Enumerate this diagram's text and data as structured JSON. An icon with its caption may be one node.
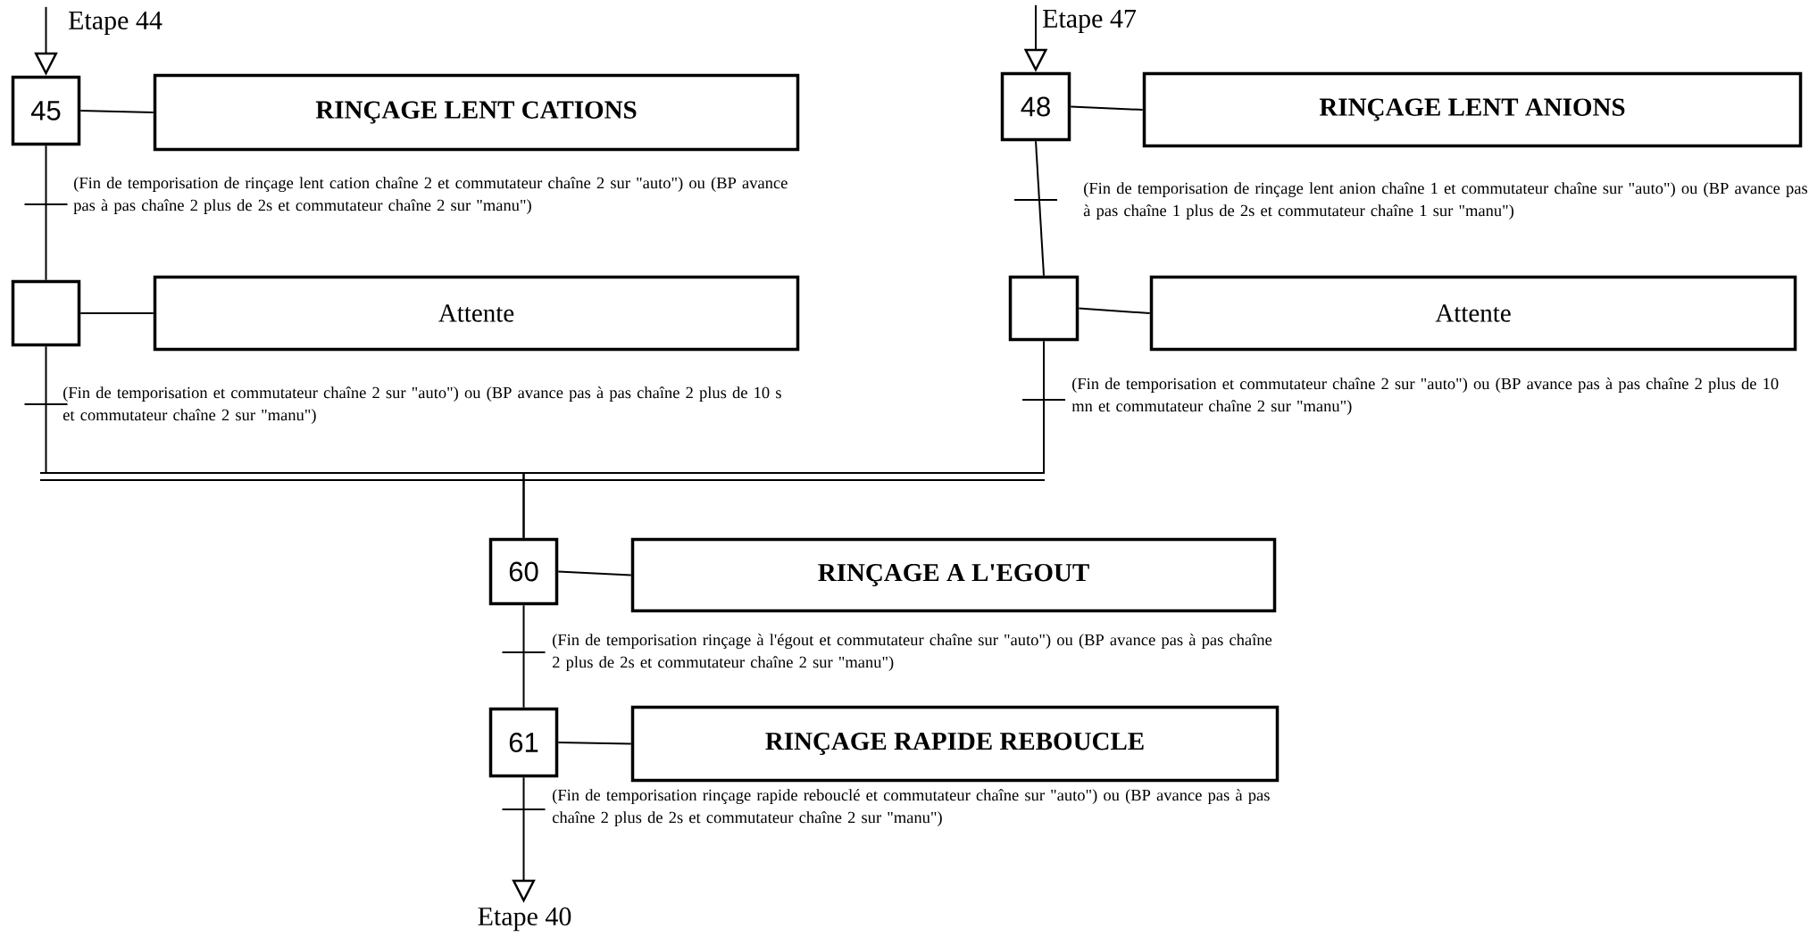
{
  "diagram": {
    "nodes": [
      {
        "text": [
          "Etape 44"
        ]
      },
      {
        "text": [
          "45"
        ]
      },
      {
        "text": [
          "RINÇAGE LENT CATIONS"
        ]
      },
      {
        "text": [],
        "shape": "box"
      },
      {
        "text": [
          "Attente"
        ]
      },
      {
        "text": [
          "Etape 47"
        ]
      },
      {
        "text": [
          "48"
        ]
      },
      {
        "text": [
          "RINÇAGE LENT ANIONS"
        ]
      },
      {
        "text": [],
        "shape": "box"
      },
      {
        "text": [
          "Attente"
        ]
      },
      {
        "text": [
          "60"
        ]
      },
      {
        "text": [
          "RINÇAGE A L'EGOUT"
        ]
      },
      {
        "text": [
          "61"
        ]
      },
      {
        "text": [
          "RINÇAGE RAPIDE REBOUCLE"
        ]
      },
      {
        "text": [
          "Etape 40"
        ]
      }
    ],
    "edges": [
      {
        "from": 0,
        "to": 1,
        "arrow": "to"
      },
      {
        "from": 1,
        "to": 2,
        "arrow": "none"
      },
      {
        "from": 1,
        "to": 3,
        "arrow": "none",
        "label": "(Fin de temporisation de rinçage lent cation chaîne 2 et commutateur chaîne 2 sur \"auto\") ou (BP avance pas à pas chaîne 2 plus de 2s et commutateur chaîne 2 sur \"manu\")"
      },
      {
        "from": 3,
        "to": 4,
        "arrow": "none"
      },
      {
        "from": 5,
        "to": 6,
        "arrow": "to"
      },
      {
        "from": 6,
        "to": 7,
        "arrow": "none"
      },
      {
        "from": 6,
        "to": 8,
        "arrow": "none",
        "label": "(Fin de temporisation de rinçage lent anion chaîne 1 et commutateur chaîne sur \"auto\") ou (BP avance pas à pas chaîne 1 plus de 2s et commutateur chaîne 1 sur \"manu\")"
      },
      {
        "from": 8,
        "to": 9,
        "arrow": "none"
      },
      {
        "from": 3,
        "to": 10,
        "arrow": "none",
        "label": "(Fin de temporisation et commutateur chaîne 2 sur \"auto\") ou (BP avance pas à pas chaîne 2 plus de 10 s et commutateur chaîne 2 sur \"manu\")"
      },
      {
        "from": 8,
        "to": 10,
        "arrow": "none",
        "label": "(Fin de temporisation et commutateur chaîne 2 sur \"auto\") ou (BP avance pas à pas chaîne 2 plus de 10 mn et commutateur chaîne 2 sur \"manu\")"
      },
      {
        "from": 10,
        "to": 11,
        "arrow": "none"
      },
      {
        "from": 10,
        "to": 12,
        "arrow": "none",
        "label": "(Fin de temporisation rinçage à l'égout et commutateur chaîne sur \"auto\") ou (BP avance pas à pas chaîne 2 plus de 2s et commutateur chaîne 2 sur \"manu\")"
      },
      {
        "from": 12,
        "to": 13,
        "arrow": "none"
      },
      {
        "from": 12,
        "to": 14,
        "arrow": "to",
        "label": "(Fin de temporisation rinçage rapide rebouclé et commutateur chaîne sur \"auto\") ou (BP avance pas à pas chaîne 2 plus de 2s et commutateur chaîne 2 sur \"manu\")"
      }
    ]
  }
}
